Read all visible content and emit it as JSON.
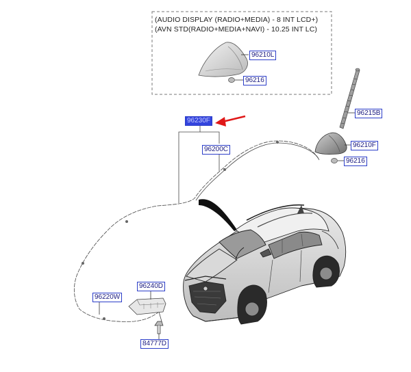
{
  "inset": {
    "line1": "(AUDIO DISPLAY (RADIO+MEDIA) - 8 INT LCD+)",
    "line2": "(AVN STD(RADIO+MEDIA+NAVI) - 10.25 INT LC)"
  },
  "parts": {
    "p96210L": "96210L",
    "p96216_inset": "96216",
    "p96230F": "96230F",
    "p96215B": "96215B",
    "p96210F": "96210F",
    "p96216": "96216",
    "p96200C": "96200C",
    "p96240D": "96240D",
    "p96220W": "96220W",
    "p84777D": "84777D"
  },
  "colors": {
    "label_border": "#2a3cc8",
    "label_text": "#1a1a80",
    "selected_label_bg": "#3344dd",
    "pointer_arrow": "#e01818",
    "line_art": "#333333"
  }
}
